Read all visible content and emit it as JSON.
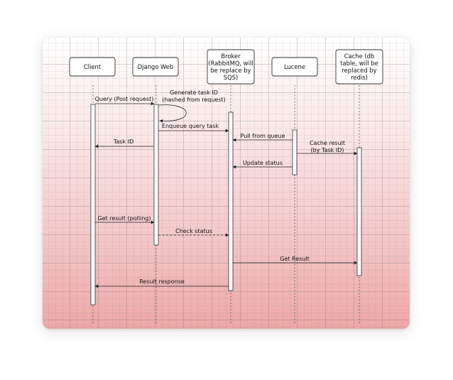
{
  "participants": [
    {
      "id": "client",
      "lines": [
        "Client"
      ]
    },
    {
      "id": "django",
      "lines": [
        "Django Web"
      ]
    },
    {
      "id": "broker",
      "lines": [
        "Broker",
        "(RabbitMQ, will",
        "be replace by",
        "SQS)"
      ]
    },
    {
      "id": "lucene",
      "lines": [
        "Lucene"
      ]
    },
    {
      "id": "cache",
      "lines": [
        "Cache (db",
        "table, will be",
        "replaced by",
        "redis)"
      ]
    }
  ],
  "messages": [
    {
      "id": "query",
      "from": "client",
      "to": "django",
      "lines": [
        "Query (Post request)"
      ]
    },
    {
      "id": "generate-task-id",
      "from": "django",
      "to": "django",
      "self": true,
      "lines": [
        "Generate task ID",
        "(hashed from request)"
      ]
    },
    {
      "id": "enqueue",
      "from": "django",
      "to": "broker",
      "lines": [
        "Enqueue query task"
      ]
    },
    {
      "id": "pull",
      "from": "lucene",
      "to": "broker",
      "lines": [
        "Pull from queue"
      ]
    },
    {
      "id": "task-id",
      "from": "django",
      "to": "client",
      "lines": [
        "Task ID"
      ]
    },
    {
      "id": "cache-result",
      "from": "lucene",
      "to": "cache",
      "lines": [
        "Cache result",
        "(by Task ID)"
      ]
    },
    {
      "id": "update-status",
      "from": "lucene",
      "to": "broker",
      "lines": [
        "Update status"
      ]
    },
    {
      "id": "get-result-polling",
      "from": "client",
      "to": "django",
      "lines": [
        "Get result (polling)"
      ]
    },
    {
      "id": "check-status",
      "from": "django",
      "to": "broker",
      "dashed": true,
      "lines": [
        "Check status"
      ]
    },
    {
      "id": "get-result",
      "from": "broker",
      "to": "cache",
      "lines": [
        "Get Result"
      ]
    },
    {
      "id": "result-response",
      "from": "broker",
      "to": "client",
      "lines": [
        "Result response"
      ]
    }
  ]
}
